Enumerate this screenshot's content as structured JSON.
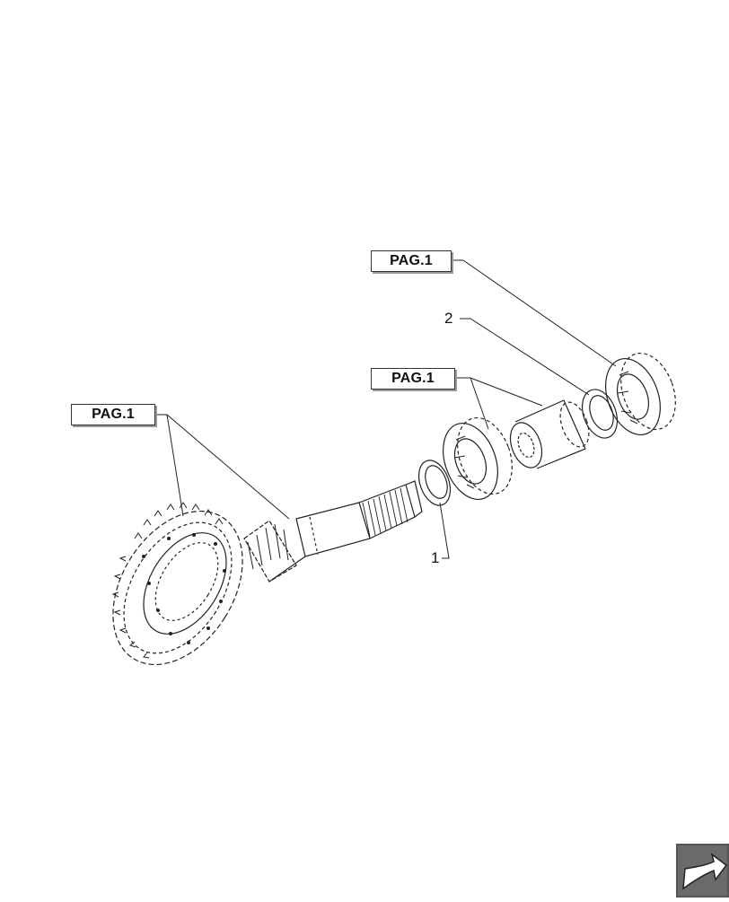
{
  "labels": {
    "ref_top": "PAG.1",
    "ref_middle": "PAG.1",
    "ref_left": "PAG.1",
    "callout_1": "1",
    "callout_2": "2"
  },
  "icons": {
    "nav": "next-page-arrow-icon"
  },
  "colors": {
    "line": "#222222",
    "nav_bg": "#555555",
    "nav_fg": "#ffffff"
  }
}
